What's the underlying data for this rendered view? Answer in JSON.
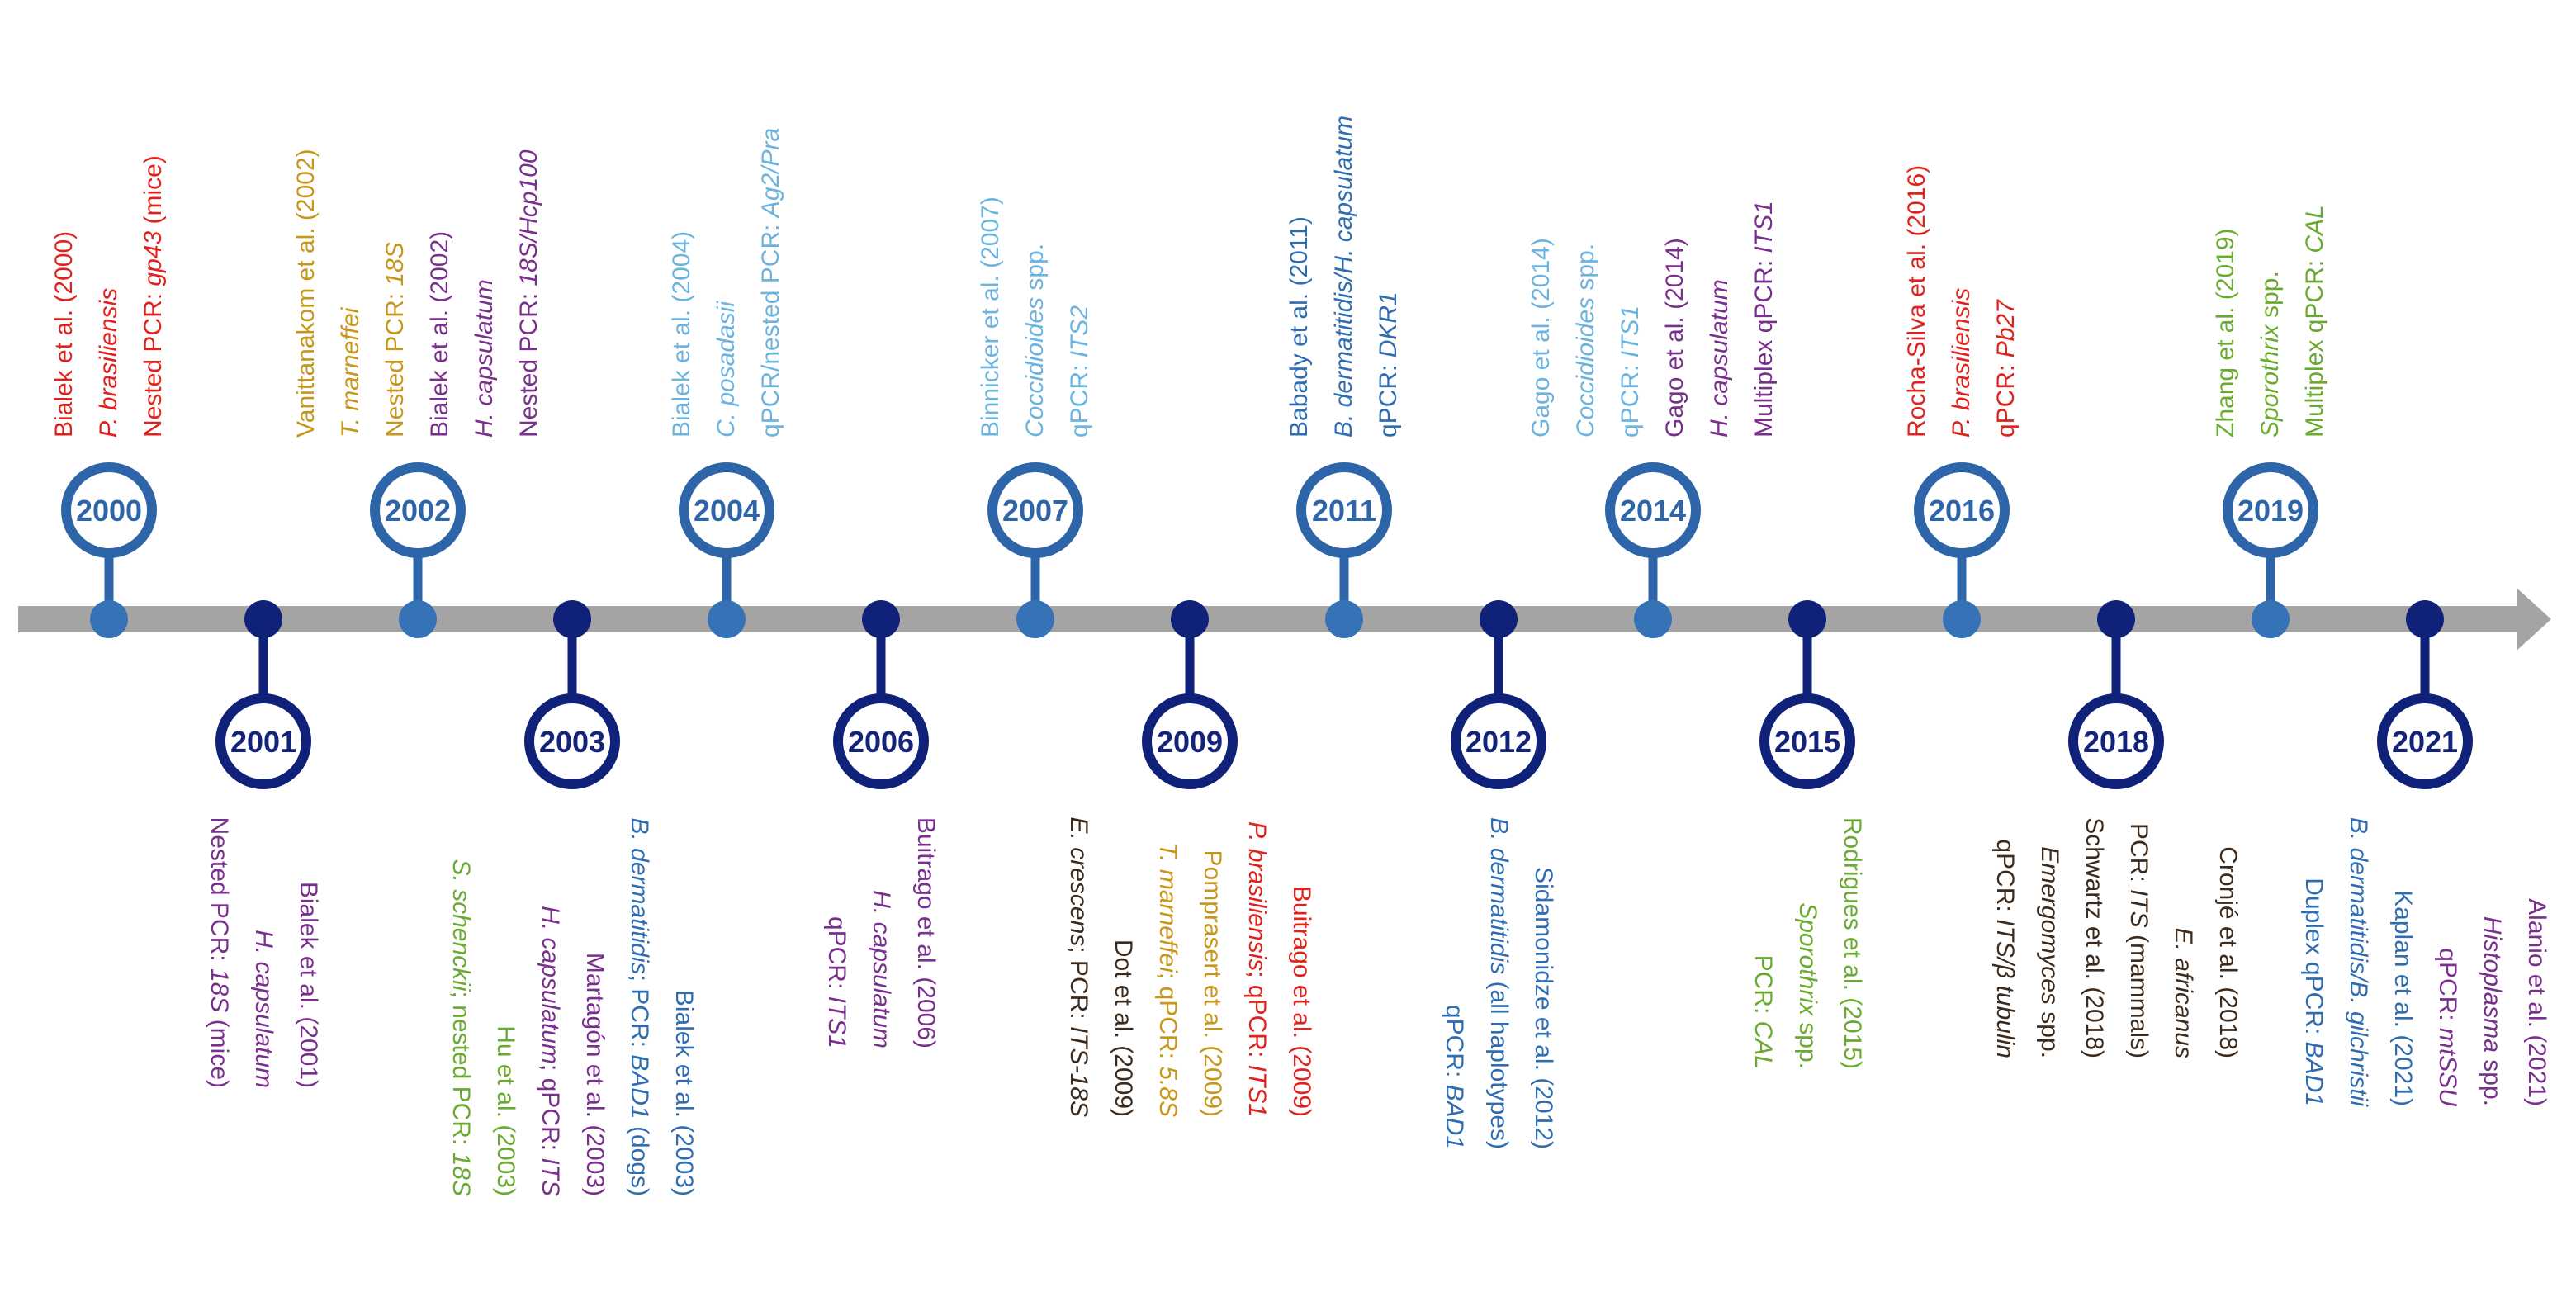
{
  "colors": {
    "arrow": "#a5a4a4",
    "marker_above": "#3572b6",
    "marker_above_ring": "#2e65a8",
    "marker_below": "#0f2179",
    "red": "#e3211c",
    "orange": "#c8971a",
    "purple": "#7a2f8e",
    "lightblue": "#6bb4e0",
    "blue": "#2f6db2",
    "green": "#6aab2f",
    "dark": "#3c2a1c"
  },
  "years": [
    {
      "label": "2000",
      "side": "above"
    },
    {
      "label": "2001",
      "side": "below"
    },
    {
      "label": "2002",
      "side": "above"
    },
    {
      "label": "2003",
      "side": "below"
    },
    {
      "label": "2004",
      "side": "above"
    },
    {
      "label": "2006",
      "side": "below"
    },
    {
      "label": "2007",
      "side": "above"
    },
    {
      "label": "2009",
      "side": "below"
    },
    {
      "label": "2011",
      "side": "above"
    },
    {
      "label": "2012",
      "side": "below"
    },
    {
      "label": "2014",
      "side": "above"
    },
    {
      "label": "2015",
      "side": "below"
    },
    {
      "label": "2016",
      "side": "above"
    },
    {
      "label": "2018",
      "side": "below"
    },
    {
      "label": "2019",
      "side": "above"
    },
    {
      "label": "2021",
      "side": "below"
    }
  ],
  "annotations": [
    {
      "side": "above",
      "lines": [
        {
          "color": "red",
          "segments": [
            {
              "text": "Bialek et al. (2000)",
              "italic": false
            }
          ]
        },
        {
          "color": "red",
          "segments": [
            {
              "text": "P. brasiliensis",
              "italic": true
            }
          ]
        },
        {
          "color": "red",
          "segments": [
            {
              "text": "Nested PCR: ",
              "italic": false
            },
            {
              "text": "gp43",
              "italic": true
            },
            {
              "text": " (mice)",
              "italic": false
            }
          ]
        }
      ]
    },
    {
      "side": "below",
      "lines": [
        {
          "color": "purple",
          "segments": [
            {
              "text": "Bialek et al. (2001)",
              "italic": false
            }
          ]
        },
        {
          "color": "purple",
          "segments": [
            {
              "text": "H. capsulatum",
              "italic": true
            }
          ]
        },
        {
          "color": "purple",
          "segments": [
            {
              "text": "Nested PCR: ",
              "italic": false
            },
            {
              "text": "18S",
              "italic": true
            },
            {
              "text": " (mice)",
              "italic": false
            }
          ]
        }
      ]
    },
    {
      "side": "above",
      "lines": [
        {
          "color": "orange",
          "segments": [
            {
              "text": "Vanittanakom et al. (2002)",
              "italic": false
            }
          ]
        },
        {
          "color": "orange",
          "segments": [
            {
              "text": "T. marneffei",
              "italic": true
            }
          ]
        },
        {
          "color": "orange",
          "segments": [
            {
              "text": "Nested PCR: ",
              "italic": false
            },
            {
              "text": "18S",
              "italic": true
            }
          ]
        },
        {
          "color": "purple",
          "segments": [
            {
              "text": "Bialek et al. (2002)",
              "italic": false
            }
          ]
        },
        {
          "color": "purple",
          "segments": [
            {
              "text": "H. capsulatum",
              "italic": true
            }
          ]
        },
        {
          "color": "purple",
          "segments": [
            {
              "text": "Nested PCR: ",
              "italic": false
            },
            {
              "text": "18S/Hcp100",
              "italic": true
            }
          ]
        }
      ]
    },
    {
      "side": "below",
      "lines": [
        {
          "color": "blue",
          "segments": [
            {
              "text": "Bialek et al. (2003)",
              "italic": false
            }
          ]
        },
        {
          "color": "blue",
          "segments": [
            {
              "text": "B. dermatitidis",
              "italic": true
            },
            {
              "text": "; PCR: ",
              "italic": false
            },
            {
              "text": "BAD1",
              "italic": true
            },
            {
              "text": " (dogs)",
              "italic": false
            }
          ]
        },
        {
          "color": "purple",
          "segments": [
            {
              "text": "Martagón et al. (2003)",
              "italic": false
            }
          ]
        },
        {
          "color": "purple",
          "segments": [
            {
              "text": "H. capsulatum",
              "italic": true
            },
            {
              "text": "; qPCR: ",
              "italic": false
            },
            {
              "text": "ITS",
              "italic": true
            }
          ]
        },
        {
          "color": "green",
          "segments": [
            {
              "text": "Hu et al. (2003)",
              "italic": false
            }
          ]
        },
        {
          "color": "green",
          "segments": [
            {
              "text": "S. schenckii",
              "italic": true
            },
            {
              "text": "; nested PCR: ",
              "italic": false
            },
            {
              "text": "18S",
              "italic": true
            }
          ]
        }
      ]
    },
    {
      "side": "above",
      "lines": [
        {
          "color": "lightblue",
          "segments": [
            {
              "text": "Bialek et al. (2004)",
              "italic": false
            }
          ]
        },
        {
          "color": "lightblue",
          "segments": [
            {
              "text": "C. posadasii",
              "italic": true
            }
          ]
        },
        {
          "color": "lightblue",
          "segments": [
            {
              "text": "qPCR/nested PCR: ",
              "italic": false
            },
            {
              "text": "Ag2/Pra",
              "italic": true
            }
          ]
        }
      ]
    },
    {
      "side": "below",
      "lines": [
        {
          "color": "purple",
          "segments": [
            {
              "text": "Buitrago et al. (2006)",
              "italic": false
            }
          ]
        },
        {
          "color": "purple",
          "segments": [
            {
              "text": "H. capsulatum",
              "italic": true
            }
          ]
        },
        {
          "color": "purple",
          "segments": [
            {
              "text": "qPCR: ",
              "italic": false
            },
            {
              "text": "ITS1",
              "italic": true
            }
          ]
        }
      ]
    },
    {
      "side": "above",
      "lines": [
        {
          "color": "lightblue",
          "segments": [
            {
              "text": "Binnicker et al. (2007)",
              "italic": false
            }
          ]
        },
        {
          "color": "lightblue",
          "segments": [
            {
              "text": "Coccidioides",
              "italic": true
            },
            {
              "text": " spp.",
              "italic": false
            }
          ]
        },
        {
          "color": "lightblue",
          "segments": [
            {
              "text": "qPCR: ",
              "italic": false
            },
            {
              "text": "ITS2",
              "italic": true
            }
          ]
        }
      ]
    },
    {
      "side": "below",
      "lines": [
        {
          "color": "red",
          "segments": [
            {
              "text": "Buitrago et al. (2009)",
              "italic": false
            }
          ]
        },
        {
          "color": "red",
          "segments": [
            {
              "text": "P. brasiliensis",
              "italic": true
            },
            {
              "text": "; qPCR: ",
              "italic": false
            },
            {
              "text": "ITS1",
              "italic": true
            }
          ]
        },
        {
          "color": "orange",
          "segments": [
            {
              "text": "Pomprasert et al. (2009)",
              "italic": false
            }
          ]
        },
        {
          "color": "orange",
          "segments": [
            {
              "text": "T. marneffei",
              "italic": true
            },
            {
              "text": "; qPCR: ",
              "italic": false
            },
            {
              "text": "5.8S",
              "italic": true
            }
          ]
        },
        {
          "color": "dark",
          "segments": [
            {
              "text": "Dot et al. (2009)",
              "italic": false
            }
          ]
        },
        {
          "color": "dark",
          "segments": [
            {
              "text": "E. crescens",
              "italic": true
            },
            {
              "text": "; PCR: ",
              "italic": false
            },
            {
              "text": "ITS-18S",
              "italic": true
            }
          ]
        }
      ]
    },
    {
      "side": "above",
      "lines": [
        {
          "color": "blue",
          "segments": [
            {
              "text": "Babady et al. (2011)",
              "italic": false
            }
          ]
        },
        {
          "color": "blue",
          "segments": [
            {
              "text": "B. dermatitidis/H. capsulatum",
              "italic": true
            }
          ]
        },
        {
          "color": "blue",
          "segments": [
            {
              "text": "qPCR: ",
              "italic": false
            },
            {
              "text": "DKR1",
              "italic": true
            }
          ]
        }
      ]
    },
    {
      "side": "below",
      "lines": [
        {
          "color": "blue",
          "segments": [
            {
              "text": "Sidamonidze et al. (2012)",
              "italic": false
            }
          ]
        },
        {
          "color": "blue",
          "segments": [
            {
              "text": "B. dermatitidis",
              "italic": true
            },
            {
              "text": " (all haplotypes)",
              "italic": false
            }
          ]
        },
        {
          "color": "blue",
          "segments": [
            {
              "text": "qPCR: ",
              "italic": false
            },
            {
              "text": "BAD1",
              "italic": true
            }
          ]
        }
      ]
    },
    {
      "side": "above",
      "lines": [
        {
          "color": "lightblue",
          "segments": [
            {
              "text": "Gago et al. (2014)",
              "italic": false
            }
          ]
        },
        {
          "color": "lightblue",
          "segments": [
            {
              "text": "Coccidioides",
              "italic": true
            },
            {
              "text": " spp.",
              "italic": false
            }
          ]
        },
        {
          "color": "lightblue",
          "segments": [
            {
              "text": "qPCR: ",
              "italic": false
            },
            {
              "text": "ITS1",
              "italic": true
            }
          ]
        },
        {
          "color": "purple",
          "segments": [
            {
              "text": "Gago et al. (2014)",
              "italic": false
            }
          ]
        },
        {
          "color": "purple",
          "segments": [
            {
              "text": "H. capsulatum",
              "italic": true
            }
          ]
        },
        {
          "color": "purple",
          "segments": [
            {
              "text": "Multiplex qPCR: ",
              "italic": false
            },
            {
              "text": "ITS1",
              "italic": true
            }
          ]
        }
      ]
    },
    {
      "side": "below",
      "lines": [
        {
          "color": "green",
          "segments": [
            {
              "text": "Rodrigues et al. (2015)",
              "italic": false
            }
          ]
        },
        {
          "color": "green",
          "segments": [
            {
              "text": "Sporothrix",
              "italic": true
            },
            {
              "text": " spp.",
              "italic": false
            }
          ]
        },
        {
          "color": "green",
          "segments": [
            {
              "text": "PCR: ",
              "italic": false
            },
            {
              "text": "CAL",
              "italic": true
            }
          ]
        }
      ]
    },
    {
      "side": "above",
      "lines": [
        {
          "color": "red",
          "segments": [
            {
              "text": "Rocha-Silva et al. (2016)",
              "italic": false
            }
          ]
        },
        {
          "color": "red",
          "segments": [
            {
              "text": "P. brasiliensis",
              "italic": true
            }
          ]
        },
        {
          "color": "red",
          "segments": [
            {
              "text": "qPCR: ",
              "italic": false
            },
            {
              "text": "Pb27",
              "italic": true
            }
          ]
        }
      ]
    },
    {
      "side": "below",
      "lines": [
        {
          "color": "dark",
          "segments": [
            {
              "text": "Cronjé et al. (2018)",
              "italic": false
            }
          ]
        },
        {
          "color": "dark",
          "segments": [
            {
              "text": "E. africanus",
              "italic": true
            }
          ]
        },
        {
          "color": "dark",
          "segments": [
            {
              "text": "PCR: ",
              "italic": false
            },
            {
              "text": "ITS",
              "italic": true
            },
            {
              "text": " (mammals)",
              "italic": false
            }
          ]
        },
        {
          "color": "dark",
          "segments": [
            {
              "text": "Schwartz et al. (2018)",
              "italic": false
            }
          ]
        },
        {
          "color": "dark",
          "segments": [
            {
              "text": "Emergomyces",
              "italic": true
            },
            {
              "text": " spp.",
              "italic": false
            }
          ]
        },
        {
          "color": "dark",
          "segments": [
            {
              "text": "qPCR: ",
              "italic": false
            },
            {
              "text": "ITS/β tubulin",
              "italic": true
            }
          ]
        }
      ]
    },
    {
      "side": "above",
      "lines": [
        {
          "color": "green",
          "segments": [
            {
              "text": "Zhang et al. (2019)",
              "italic": false
            }
          ]
        },
        {
          "color": "green",
          "segments": [
            {
              "text": "Sporothrix",
              "italic": true
            },
            {
              "text": " spp.",
              "italic": false
            }
          ]
        },
        {
          "color": "green",
          "segments": [
            {
              "text": "Multiplex qPCR: ",
              "italic": false
            },
            {
              "text": "CAL",
              "italic": true
            }
          ]
        }
      ]
    },
    {
      "side": "below",
      "lines": [
        {
          "color": "purple",
          "segments": [
            {
              "text": "Alanio et al. (2021)",
              "italic": false
            }
          ]
        },
        {
          "color": "purple",
          "segments": [
            {
              "text": "Histoplasma",
              "italic": true
            },
            {
              "text": " spp.",
              "italic": false
            }
          ]
        },
        {
          "color": "purple",
          "segments": [
            {
              "text": "qPCR: ",
              "italic": false
            },
            {
              "text": "mtSSU",
              "italic": true
            }
          ]
        },
        {
          "color": "blue",
          "segments": [
            {
              "text": "Kaplan et al. (2021)",
              "italic": false
            }
          ]
        },
        {
          "color": "blue",
          "segments": [
            {
              "text": "B. dermatitidis/B. gilchristii",
              "italic": true
            }
          ]
        },
        {
          "color": "blue",
          "segments": [
            {
              "text": "Duplex qPCR: ",
              "italic": false
            },
            {
              "text": "BAD1",
              "italic": true
            }
          ]
        }
      ]
    }
  ]
}
